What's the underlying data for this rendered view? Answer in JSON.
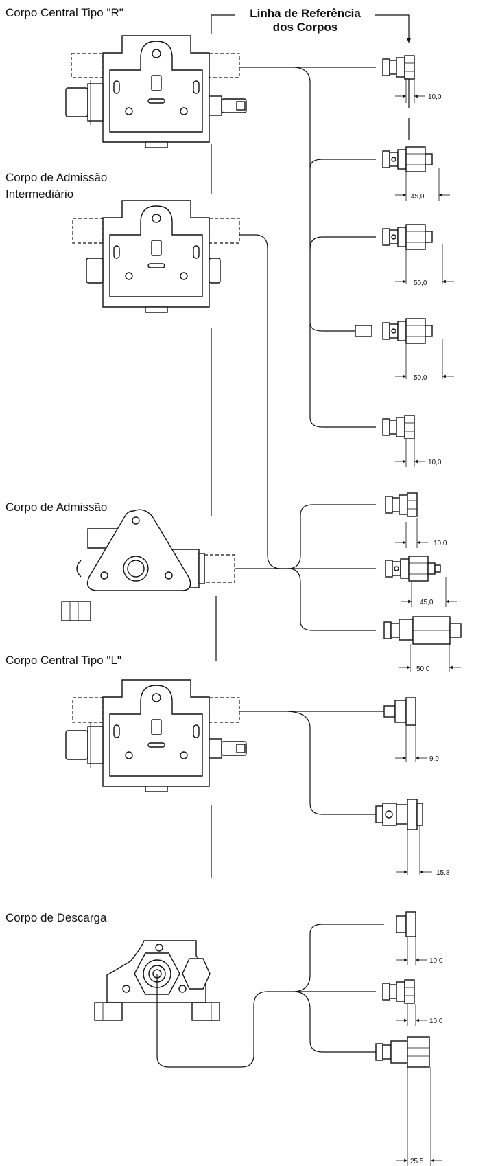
{
  "labels": {
    "central_r": "Corpo Central Tipo \"R\"",
    "intermediario_1": "Corpo de Admissão",
    "intermediario_2": "Intermediário",
    "admissao": "Corpo de Admissão",
    "central_l": "Corpo Central Tipo \"L\"",
    "descarga": "Corpo de Descarga",
    "reference_1": "Linha de Referência",
    "reference_2": "dos Corpos"
  },
  "dimensions": {
    "r_1": "10,0",
    "r_2": "45,0",
    "r_3": "50,0",
    "r_4": "50,0",
    "r_5": "10,0",
    "adm_1": "10.0",
    "adm_2": "45,0",
    "adm_3": "50,0",
    "l_1": "9.9",
    "l_2": "15.8",
    "desc_1": "10.0",
    "desc_2": "10.0",
    "desc_3": "25.5"
  },
  "colors": {
    "line": "#111111",
    "background": "#ffffff"
  }
}
